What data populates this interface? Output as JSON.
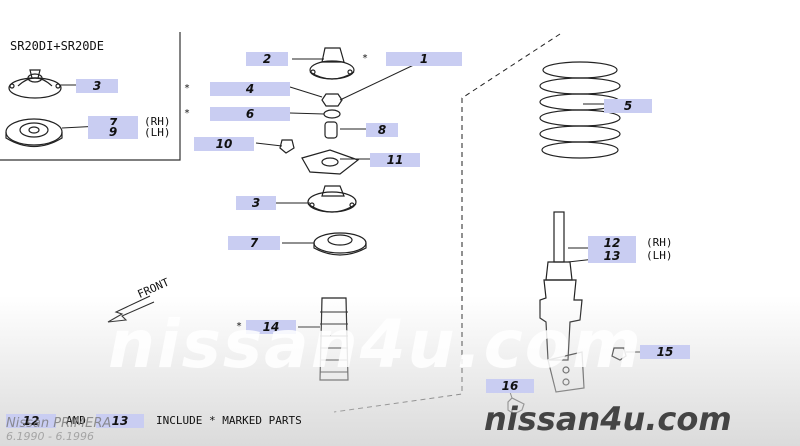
{
  "engine_variant": "SR20DI+SR20DE",
  "parts": [
    {
      "id": "label-1",
      "text": "1"
    },
    {
      "id": "label-2",
      "text": "2"
    },
    {
      "id": "label-3-inset",
      "text": "3"
    },
    {
      "id": "label-3",
      "text": "3"
    },
    {
      "id": "label-4",
      "text": "4"
    },
    {
      "id": "label-5",
      "text": "5"
    },
    {
      "id": "label-6",
      "text": "6"
    },
    {
      "id": "label-7-inset",
      "text": "7"
    },
    {
      "id": "label-7",
      "text": "7"
    },
    {
      "id": "label-8",
      "text": "8"
    },
    {
      "id": "label-9-inset",
      "text": "9"
    },
    {
      "id": "label-10",
      "text": "10"
    },
    {
      "id": "label-11",
      "text": "11"
    },
    {
      "id": "label-12",
      "text": "12"
    },
    {
      "id": "label-13",
      "text": "13"
    },
    {
      "id": "label-14",
      "text": "14"
    },
    {
      "id": "label-15",
      "text": "15"
    },
    {
      "id": "label-16",
      "text": "16"
    }
  ],
  "side_labels": {
    "rh": "(RH)",
    "lh": "(LH)"
  },
  "marked_symbol": "*",
  "front_label": "FRONT",
  "footer": {
    "part_a": "12",
    "and": "AND",
    "part_b": "13",
    "note": "INCLUDE * MARKED PARTS"
  },
  "watermark": {
    "main": "nissan4u.com",
    "corner": "nissan4u.com"
  },
  "vehicle": {
    "model": "Nissan PRIMERA",
    "years": "6.1990 - 6.1996"
  }
}
